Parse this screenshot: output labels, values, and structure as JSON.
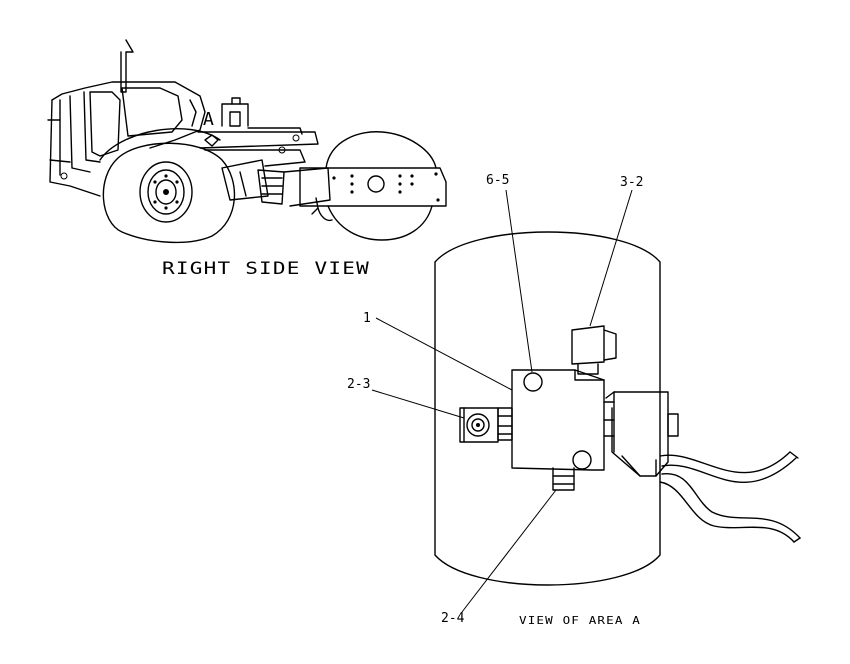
{
  "diagram": {
    "callouts": {
      "c65": "6-5",
      "c32": "3-2",
      "c1": "1",
      "c23": "2-3",
      "c24": "2-4",
      "area_mark": "A"
    },
    "captions": {
      "right_side_view": "RIGHT SIDE VIEW",
      "view_of_area": "VIEW OF AREA A"
    }
  }
}
